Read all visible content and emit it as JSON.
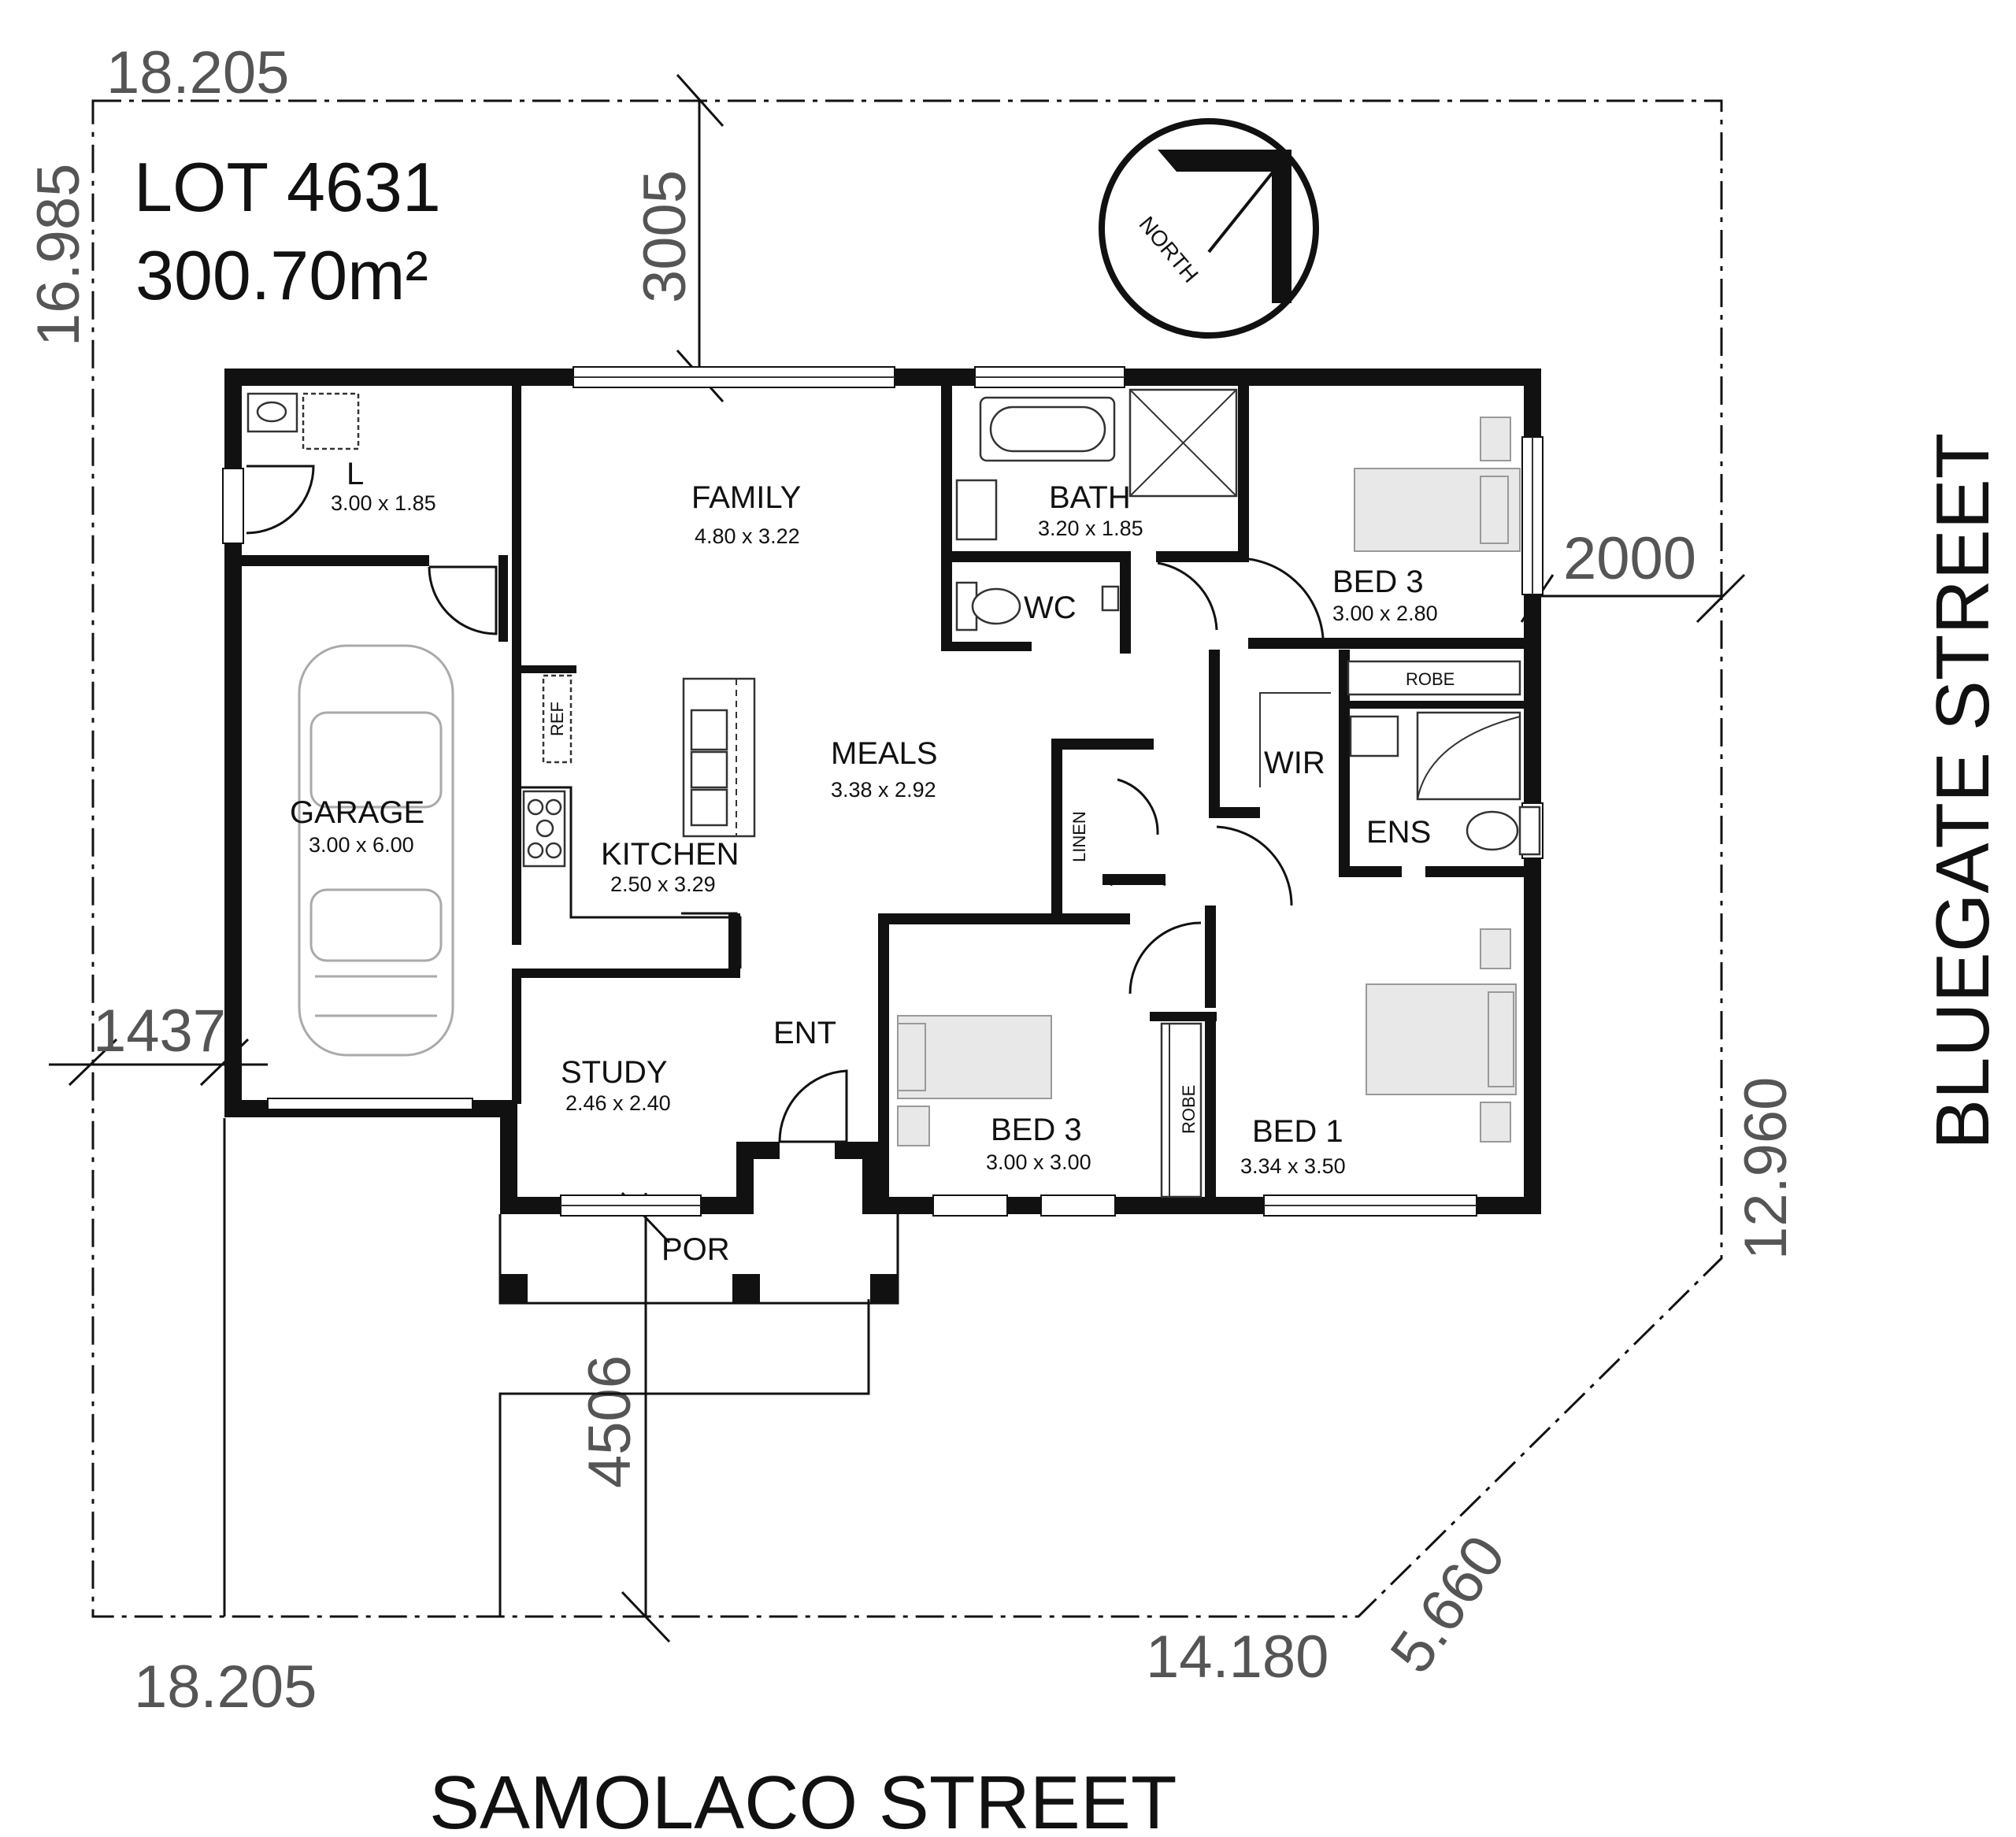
{
  "lot": {
    "number": "LOT 4631",
    "area": "300.70m²"
  },
  "streets": {
    "south": "SAMOLACO STREET",
    "east": "BLUEGATE STREET"
  },
  "boundary_dims": {
    "top": "18.205",
    "bottom": "18.205",
    "left": "16.985",
    "right": "12.960",
    "bottom_right": "14.180",
    "corner": "5.660"
  },
  "setbacks": {
    "rear": "3005",
    "side_east": "2000",
    "side_west": "1437",
    "front": "4506"
  },
  "north_label": "NORTH",
  "rooms": {
    "laundry": {
      "name": "L",
      "size": "3.00 x 1.85"
    },
    "family": {
      "name": "FAMILY",
      "size": "4.80 x 3.22"
    },
    "bath": {
      "name": "BATH",
      "size": "3.20 x 1.85"
    },
    "wc": {
      "name": "WC"
    },
    "bed3_north": {
      "name": "BED 3",
      "size": "3.00 x 2.80"
    },
    "garage": {
      "name": "GARAGE",
      "size": "3.00 x 6.00"
    },
    "kitchen": {
      "name": "KITCHEN",
      "size": "2.50 x 3.29"
    },
    "meals": {
      "name": "MEALS",
      "size": "3.38 x 2.92"
    },
    "wir": {
      "name": "WIR"
    },
    "ens": {
      "name": "ENS"
    },
    "study": {
      "name": "STUDY",
      "size": "2.46 x 2.40"
    },
    "ent": {
      "name": "ENT"
    },
    "bed3_south": {
      "name": "BED 3",
      "size": "3.00 x 3.00"
    },
    "bed1": {
      "name": "BED 1",
      "size": "3.34 x 3.50"
    },
    "por": {
      "name": "POR"
    }
  },
  "labels": {
    "ref": "REF",
    "linen": "LINEN",
    "robe_bed3": "ROBE",
    "robe_bed1": "ROBE"
  }
}
